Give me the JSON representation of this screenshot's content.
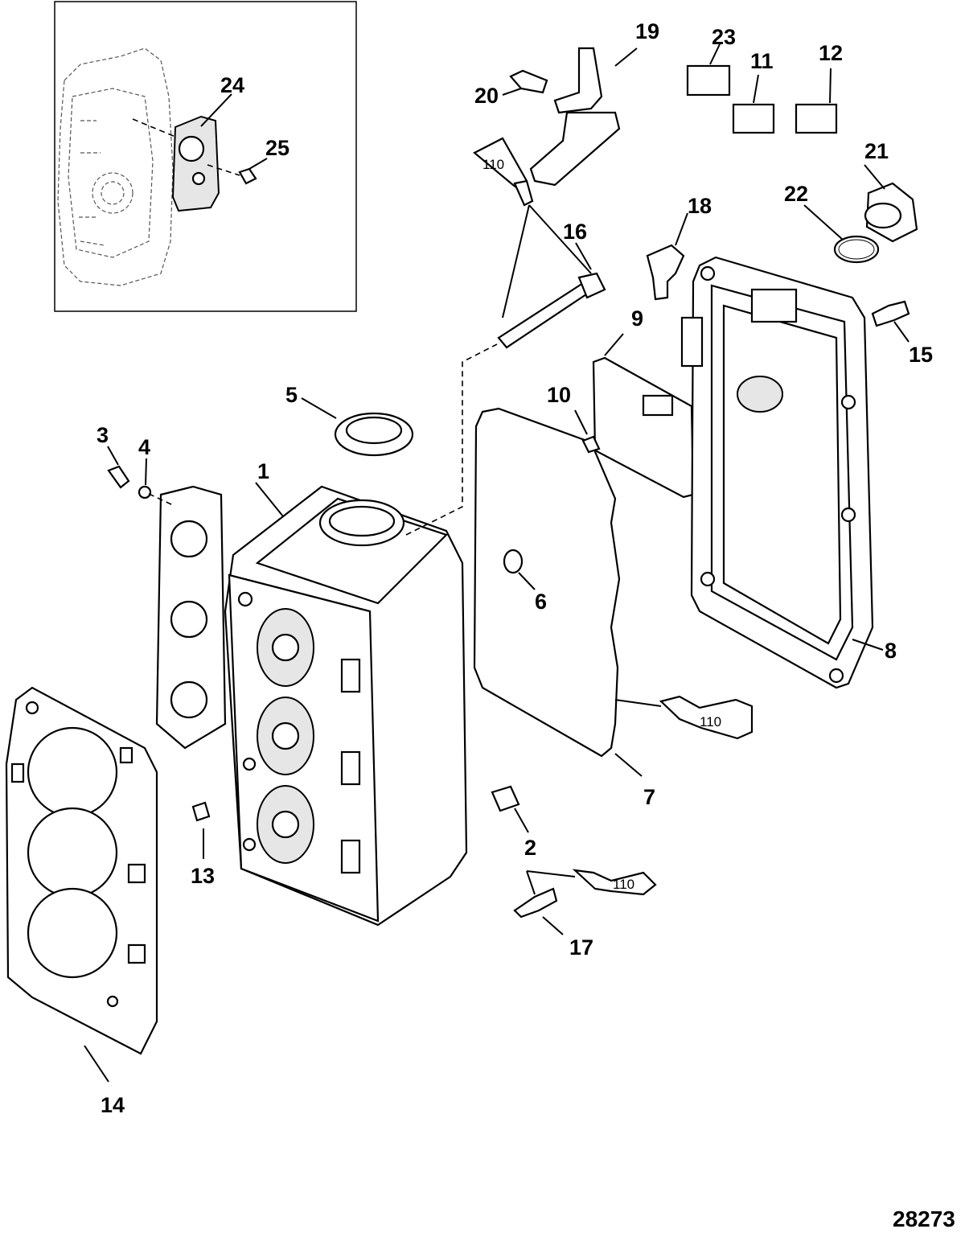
{
  "figure_number": "28273",
  "callouts": [
    "1",
    "2",
    "3",
    "4",
    "5",
    "6",
    "7",
    "8",
    "9",
    "10",
    "11",
    "12",
    "13",
    "14",
    "15",
    "16",
    "17",
    "18",
    "19",
    "20",
    "21",
    "22",
    "23",
    "24",
    "25"
  ],
  "sealant_label": "110",
  "blank_boxes": [
    "23",
    "11",
    "12"
  ]
}
